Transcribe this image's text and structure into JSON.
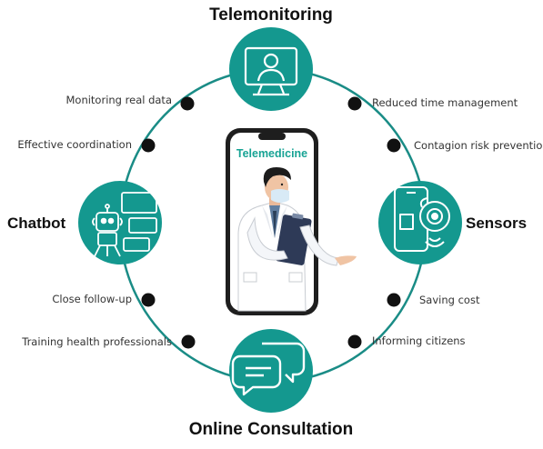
{
  "nodes": {
    "top": "Telemonitoring",
    "left": "Chatbot",
    "right": "Sensors",
    "bottom": "Online Consultation"
  },
  "phone_title": "Telemedicine",
  "left_items": [
    "Monitoring real data",
    "Effective coordination",
    "Close follow-up",
    "Training health professionals"
  ],
  "right_items": [
    "Reduced time management",
    "Contagion risk prevention",
    "Saving cost",
    "Informing citizens"
  ],
  "colors": {
    "teal": "#14988f",
    "ring": "#1a8c86",
    "dot": "#111111",
    "phone_title": "#17a394"
  },
  "icons": {
    "top": "monitor-user-icon",
    "left": "robot-chat-icon",
    "right": "smartphone-camera-icon",
    "bottom": "chat-bubbles-icon"
  }
}
